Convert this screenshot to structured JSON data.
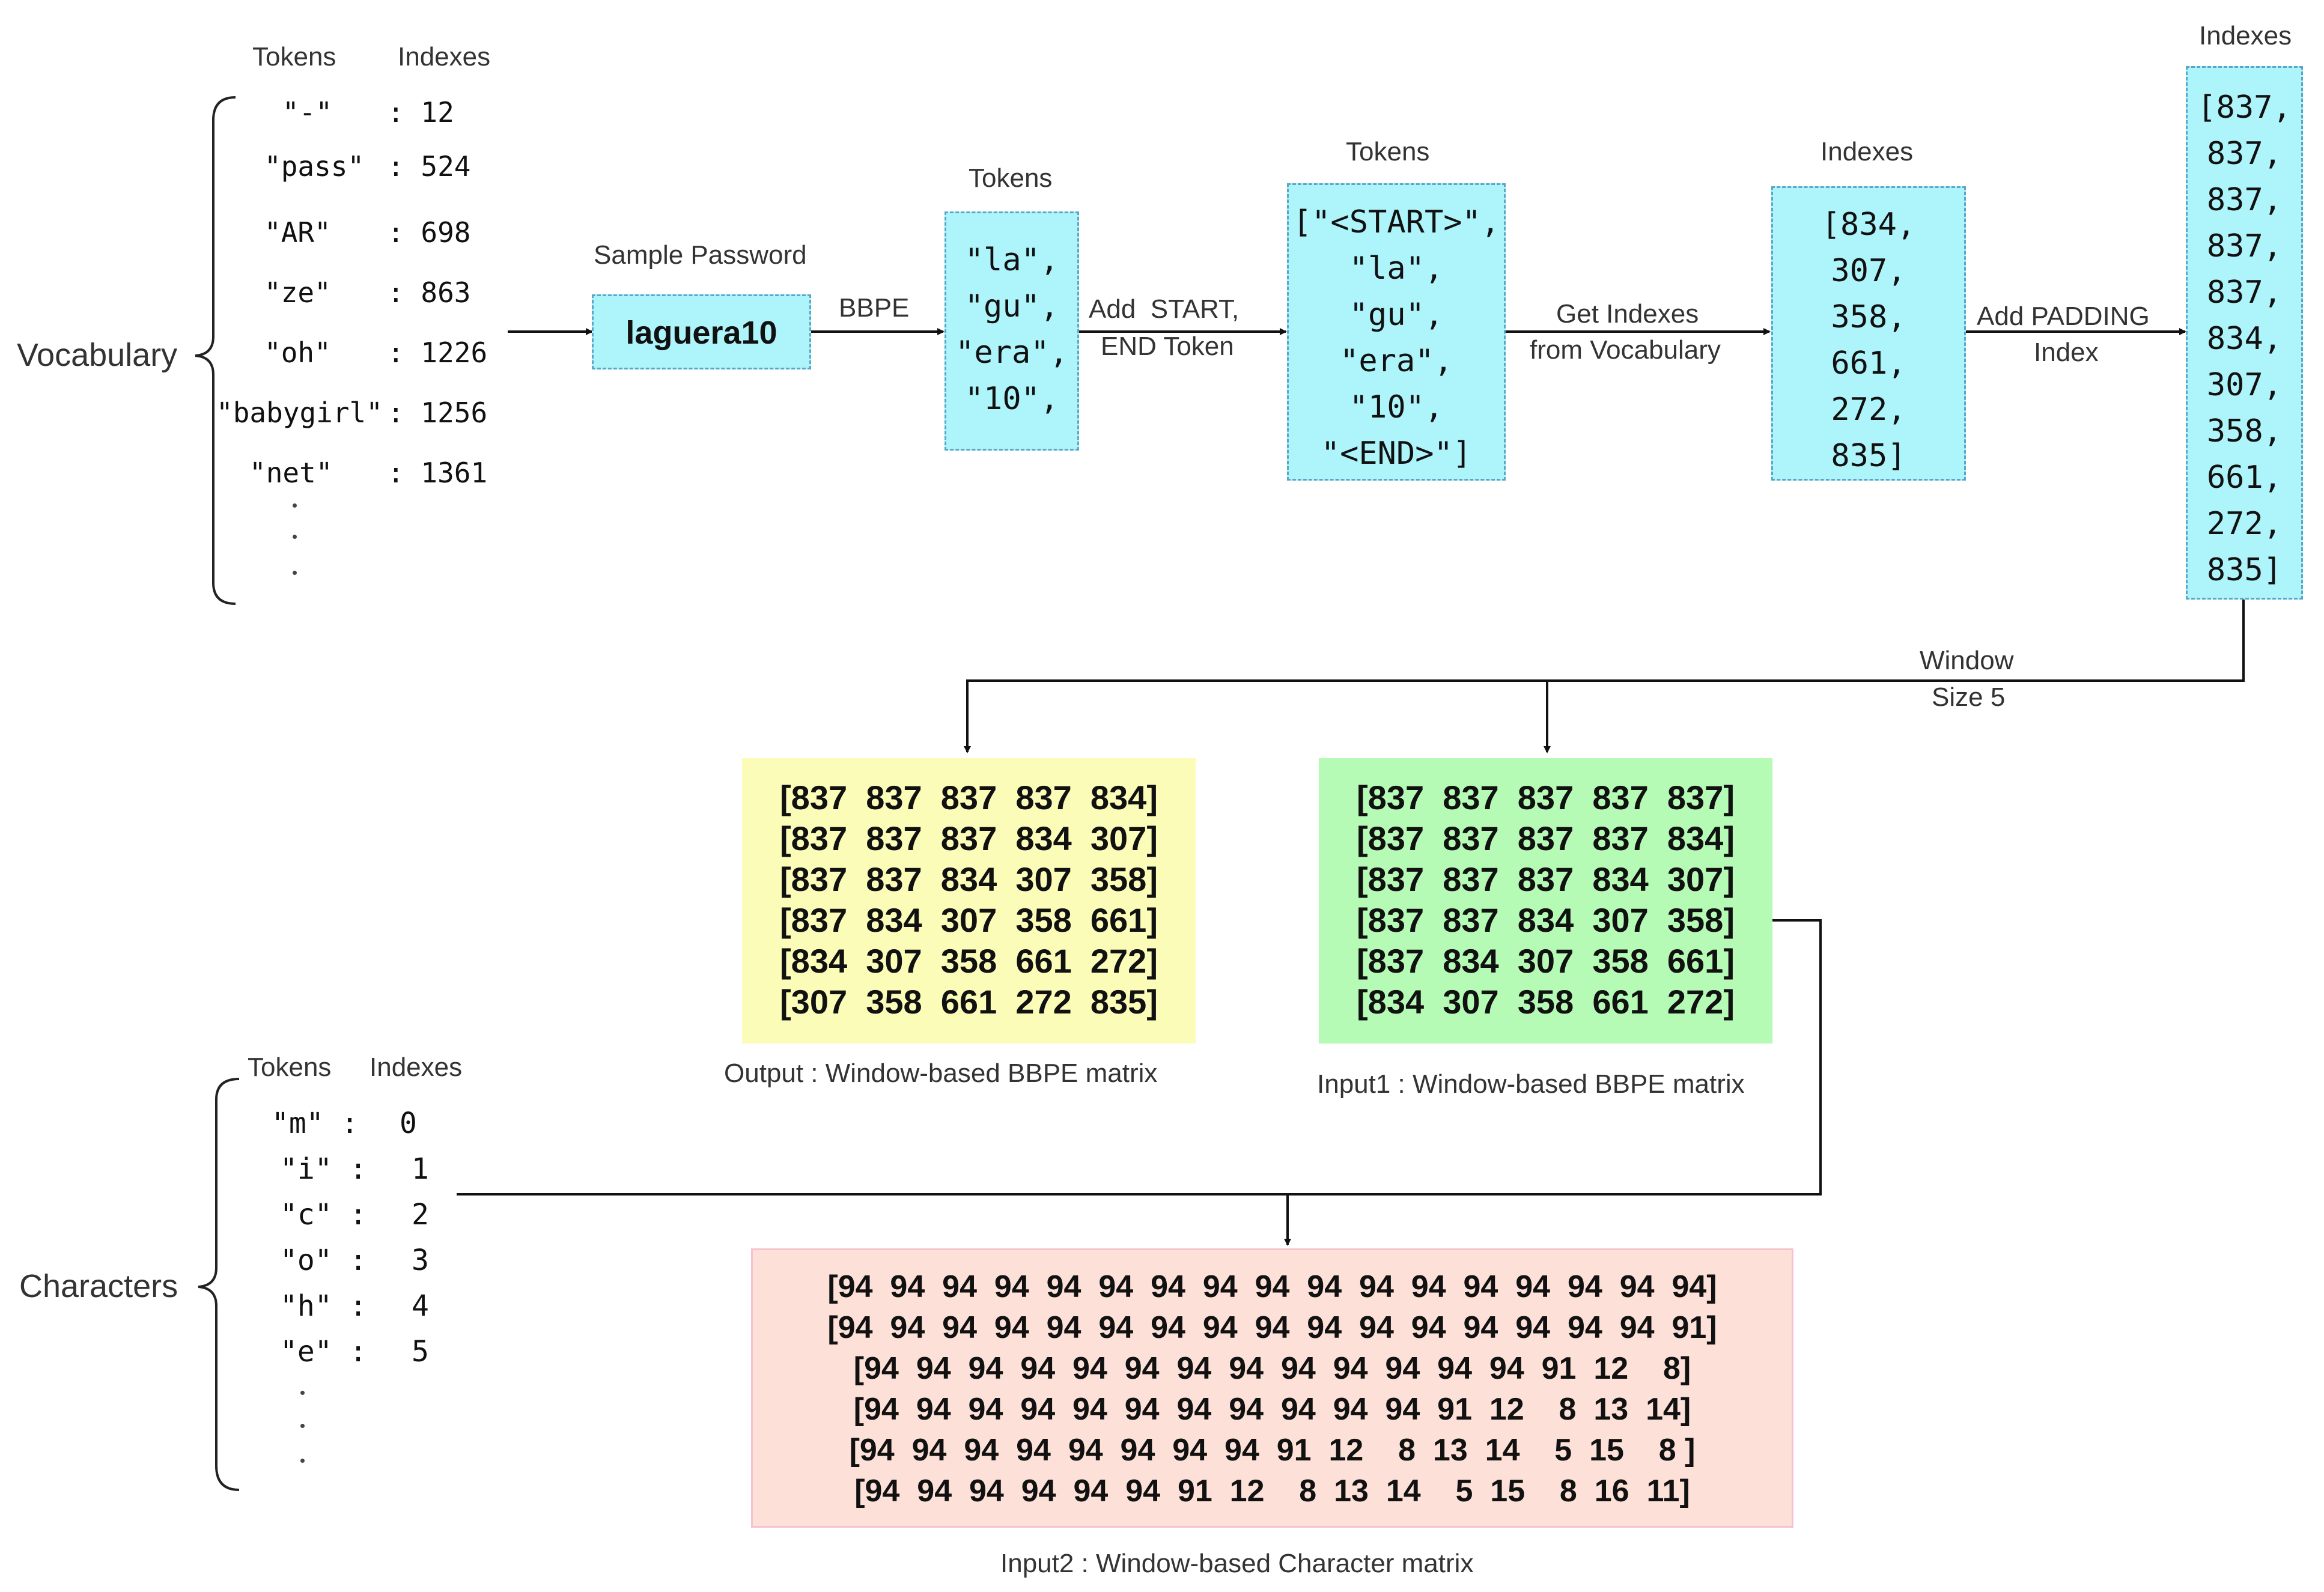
{
  "vocabulary": {
    "label": "Vocabulary",
    "col_tokens": "Tokens",
    "col_indexes": "Indexes",
    "entries": [
      {
        "token": "\"-\"",
        "index": ": 12"
      },
      {
        "token": "\"pass\"",
        "index": ": 524"
      },
      {
        "token": "\"AR\"",
        "index": ": 698"
      },
      {
        "token": "\"ze\"",
        "index": ": 863"
      },
      {
        "token": "\"oh\"",
        "index": ": 1226"
      },
      {
        "token": "\"babygirl\"",
        "index": ": 1256"
      },
      {
        "token": "\"net\"",
        "index": ": 1361"
      }
    ]
  },
  "sample_password": {
    "label": "Sample Password",
    "value": "laguera10"
  },
  "bbpe_edge": "BBPE",
  "bbpe_tokens": {
    "label": "Tokens",
    "items": [
      "\"la\",",
      "\"gu\",",
      "\"era\",",
      "\"10\","
    ]
  },
  "add_start_edge": {
    "line1": "Add  START,",
    "line2": "END Token"
  },
  "start_tokens": {
    "label": "Tokens",
    "items": [
      "[\"<START>\",",
      "\"la\",",
      "\"gu\",",
      "\"era\",",
      "\"10\",",
      "\"<END>\"]"
    ]
  },
  "get_indexes_edge": {
    "line1": "Get Indexes",
    "line2": "from Vocabulary"
  },
  "indexes_box": {
    "label": "Indexes",
    "items": [
      "[834,",
      "307,",
      "358,",
      "661,",
      "272,",
      "835]"
    ]
  },
  "padding_edge": {
    "line1": "Add PADDING",
    "line2": "Index"
  },
  "padded_indexes": {
    "label": "Indexes",
    "items": [
      "[837,",
      "837,",
      "837,",
      "837,",
      "837,",
      "834,",
      "307,",
      "358,",
      "661,",
      "272,",
      "835]"
    ]
  },
  "window_edge": {
    "line1": "Window",
    "line2": "Size 5"
  },
  "output_matrix": {
    "caption": "Output : Window-based BBPE matrix",
    "rows": [
      "[837  837  837  837  834]",
      "[837  837  837  834  307]",
      "[837  837  834  307  358]",
      "[837  834  307  358  661]",
      "[834  307  358  661  272]",
      "[307  358  661  272  835]"
    ]
  },
  "input1_matrix": {
    "caption": "Input1 : Window-based BBPE matrix",
    "rows": [
      "[837  837  837  837  837]",
      "[837  837  837  837  834]",
      "[837  837  837  834  307]",
      "[837  837  834  307  358]",
      "[837  834  307  358  661]",
      "[834  307  358  661  272]"
    ]
  },
  "characters": {
    "label": "Characters",
    "col_tokens": "Tokens",
    "col_indexes": "Indexes",
    "entries": [
      {
        "token": "\"m\" :",
        "index": "0"
      },
      {
        "token": "\"i\" :",
        "index": "1"
      },
      {
        "token": "\"c\" :",
        "index": "2"
      },
      {
        "token": "\"o\" :",
        "index": "3"
      },
      {
        "token": "\"h\" :",
        "index": "4"
      },
      {
        "token": "\"e\" :",
        "index": "5"
      }
    ]
  },
  "input2_matrix": {
    "caption": "Input2 : Window-based Character matrix",
    "rows": [
      "[94  94  94  94  94  94  94  94  94  94  94  94  94  94  94  94  94]",
      "[94  94  94  94  94  94  94  94  94  94  94  94  94  94  94  94  91]",
      "[94  94  94  94  94  94  94  94  94  94  94  94  94  91  12    8]",
      "[94  94  94  94  94  94  94  94  94  94  94  91  12    8  13  14]",
      "[94  94  94  94  94  94  94  94  91  12    8  13  14    5  15    8 ]",
      "[94  94  94  94  94  94  91  12    8  13  14    5  15    8  16  11]"
    ]
  }
}
